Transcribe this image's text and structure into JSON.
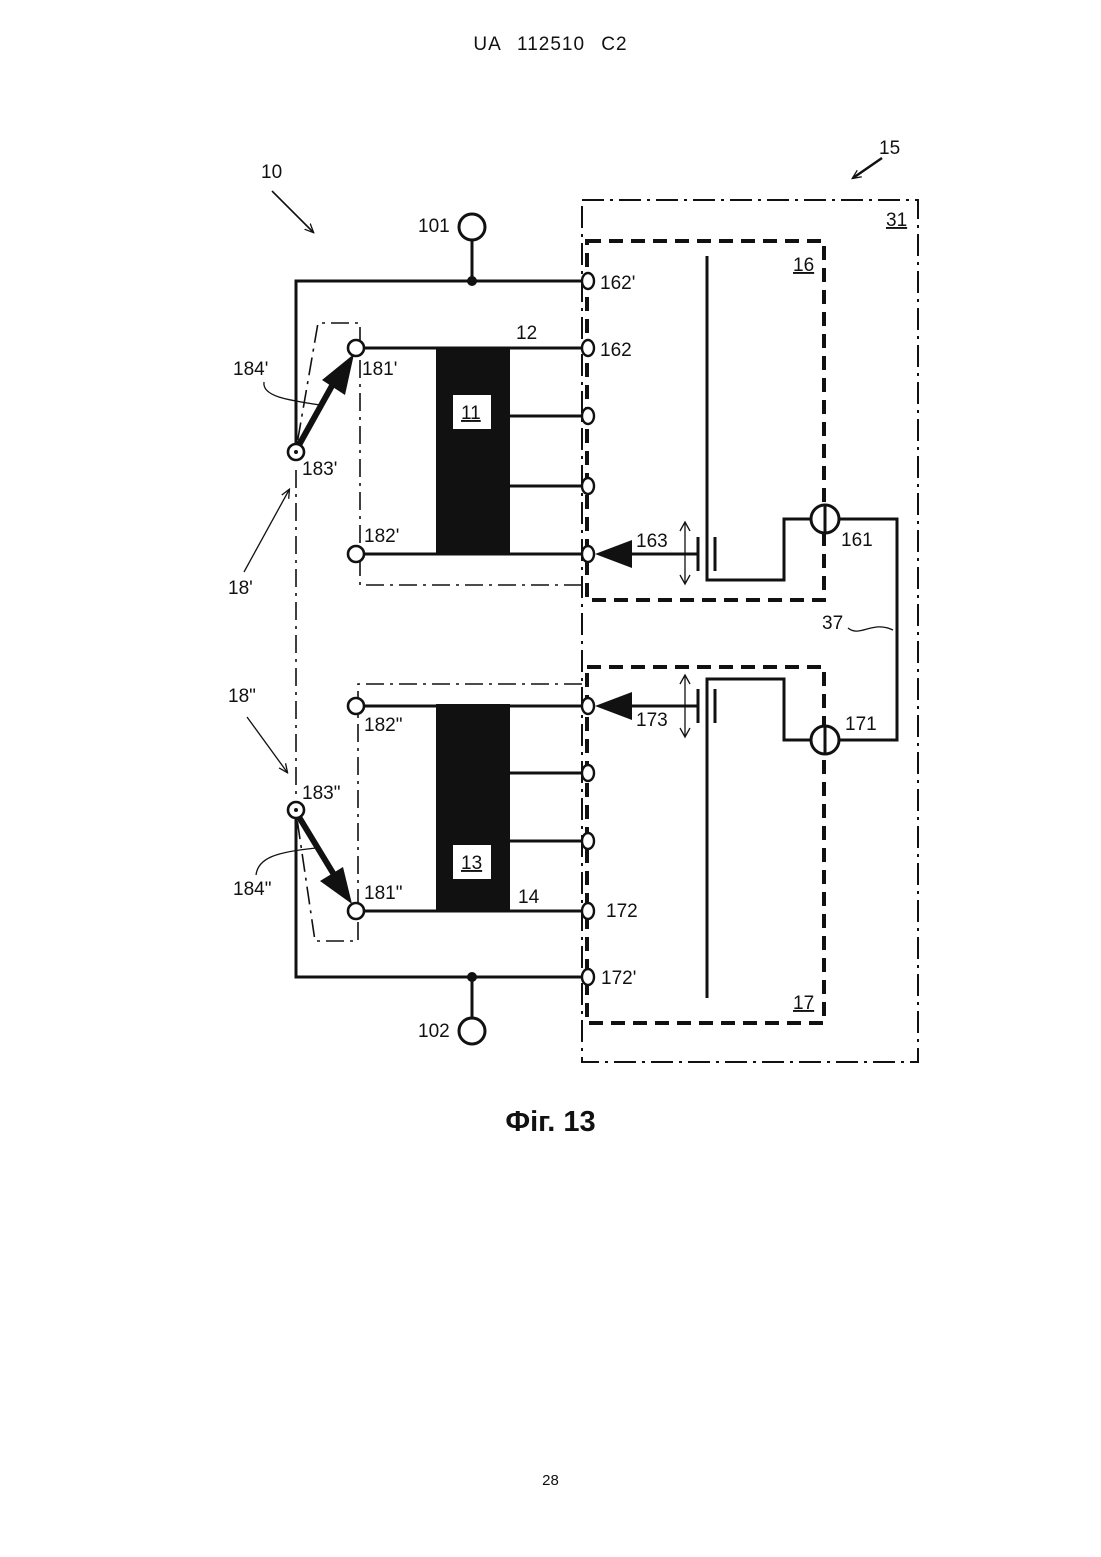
{
  "header": {
    "doc_id": "UA   112510   C2"
  },
  "figure": {
    "caption": "Фіг. 13",
    "labels": {
      "l10": "10",
      "l15": "15",
      "l31": "31",
      "l16": "16",
      "l17": "17",
      "l101": "101",
      "l102": "102",
      "l11": "11",
      "l13": "13",
      "l12": "12",
      "l14": "14",
      "l162p": "162'",
      "l162": "162",
      "l163": "163",
      "l161": "161",
      "l171": "171",
      "l173": "173",
      "l172": "172",
      "l172p": "172'",
      "l37": "37",
      "l181p": "181'",
      "l182p": "182'",
      "l183p": "183'",
      "l184p": "184'",
      "l18p": "18'",
      "l18pp": "18\"",
      "l181pp": "181\"",
      "l182pp": "182\"",
      "l183pp": "183\"",
      "l184pp": "184\""
    }
  },
  "footer": {
    "page_number": "28"
  }
}
